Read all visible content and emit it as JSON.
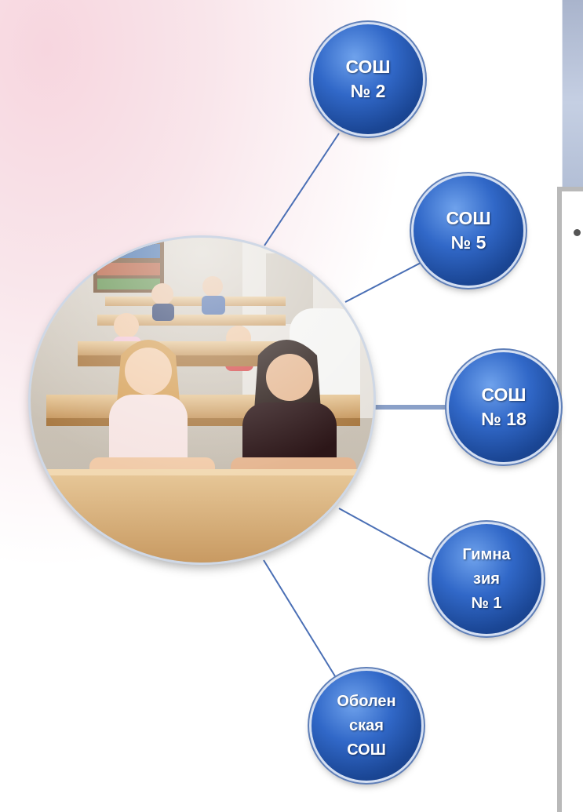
{
  "diagram": {
    "center": {
      "icon": "classroom-photo-icon"
    },
    "nodes": [
      {
        "id": "school-2",
        "lines": [
          "СОШ",
          "№ 2"
        ]
      },
      {
        "id": "school-5",
        "lines": [
          "СОШ",
          "№ 5"
        ]
      },
      {
        "id": "school-18",
        "lines": [
          "СОШ",
          "№ 18"
        ]
      },
      {
        "id": "gymnasium-1",
        "lines": [
          "Гимна",
          "зия",
          "№ 1"
        ]
      },
      {
        "id": "obolenskaya",
        "lines": [
          "Оболен",
          "ская",
          "СОШ"
        ]
      }
    ]
  },
  "colors": {
    "node_fill": "#2a5dbd",
    "connector": "#4a6fb5",
    "panel": "#c5cfe3"
  }
}
